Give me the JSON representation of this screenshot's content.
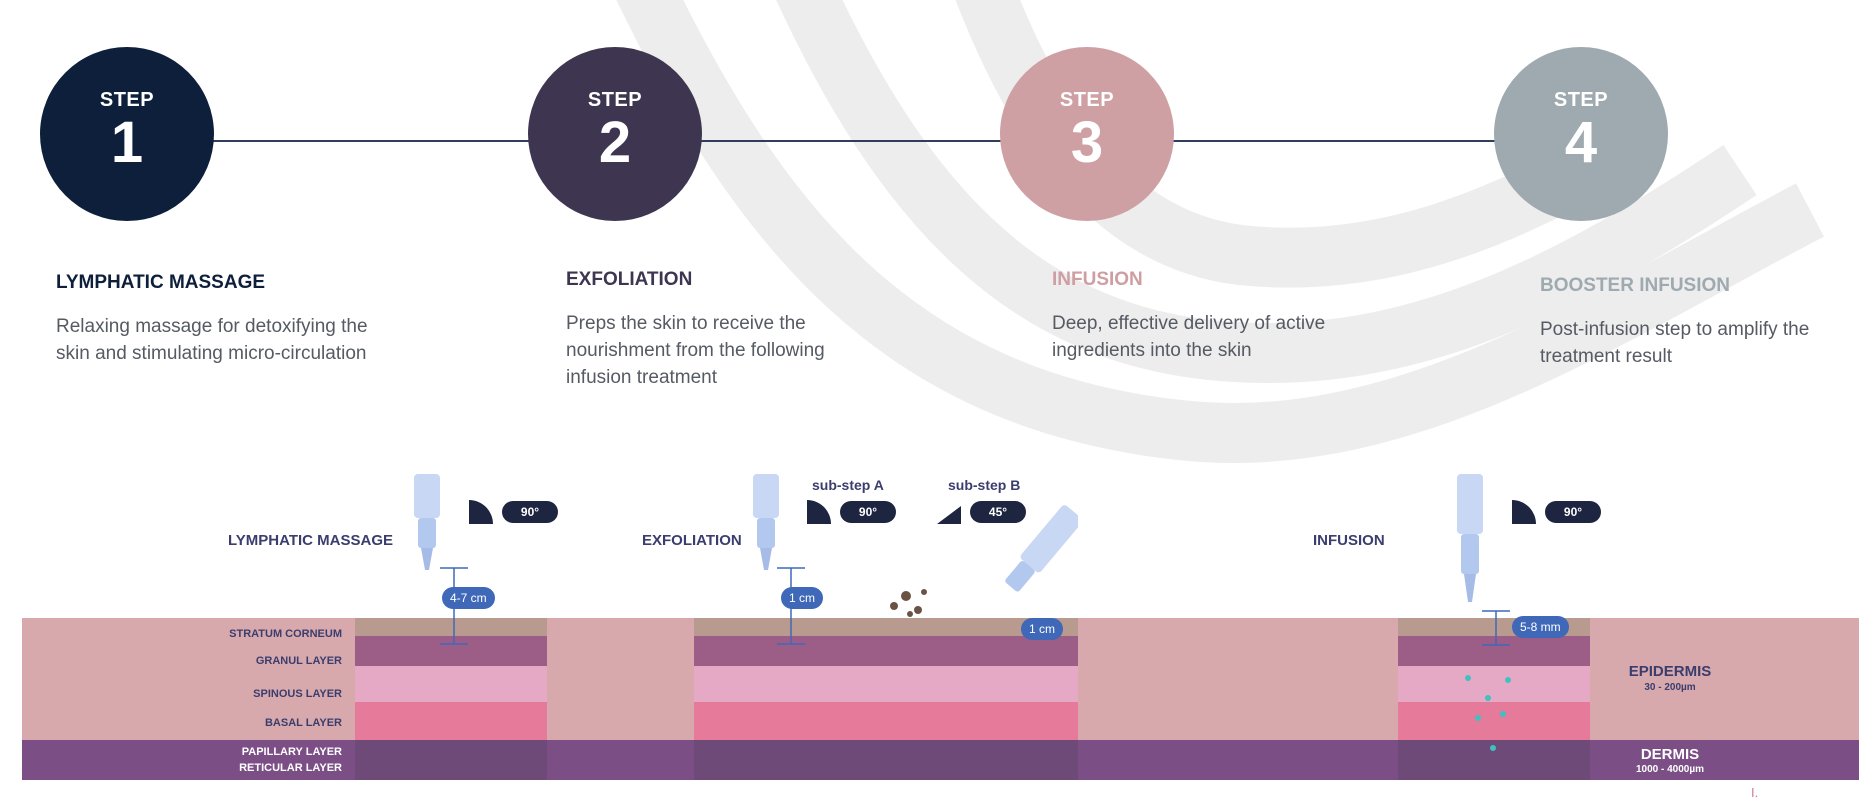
{
  "steps": [
    {
      "word": "STEP",
      "number": "1",
      "color": "#0e1f3b",
      "title": "LYMPHATIC MASSAGE",
      "title_color": "#0e1f3b",
      "description": "Relaxing massage for detoxifying the skin and stimulating micro-circulation"
    },
    {
      "word": "STEP",
      "number": "2",
      "color": "#3e3650",
      "title": "EXFOLIATION",
      "title_color": "#3e3650",
      "description": "Preps the skin to receive the nourishment from the following infusion treatment"
    },
    {
      "word": "STEP",
      "number": "3",
      "color": "#cfa0a3",
      "title": "INFUSION",
      "title_color": "#cf9ea3",
      "description": "Deep, effective delivery of active ingredients into the skin"
    },
    {
      "word": "STEP",
      "number": "4",
      "color": "#9eaab0",
      "title": "BOOSTER INFUSION",
      "title_color": "#9eaab0",
      "description": "Post-infusion step to amplify the treatment result"
    }
  ],
  "diagrams": {
    "lymphatic": {
      "label": "LYMPHATIC MASSAGE",
      "angle": "90°",
      "distance": "4-7 cm"
    },
    "exfoliation": {
      "label": "EXFOLIATION",
      "substep_a": "sub-step A",
      "substep_b": "sub-step B",
      "angle_a": "90°",
      "angle_b": "45°",
      "distance_a": "1 cm",
      "distance_b": "1 cm"
    },
    "infusion": {
      "label": "INFUSION",
      "angle": "90°",
      "distance": "5-8 mm"
    }
  },
  "skin_layers": [
    "STRATUM CORNEUM",
    "GRANUL LAYER",
    "SPINOUS LAYER",
    "BASAL LAYER",
    "PAPILLARY LAYER",
    "RETICULAR LAYER"
  ],
  "epidermis": {
    "name": "EPIDERMIS",
    "range": "30 - 200µm"
  },
  "dermis": {
    "name": "DERMIS",
    "range": "1000 - 4000µm"
  },
  "footer_mark": "I."
}
